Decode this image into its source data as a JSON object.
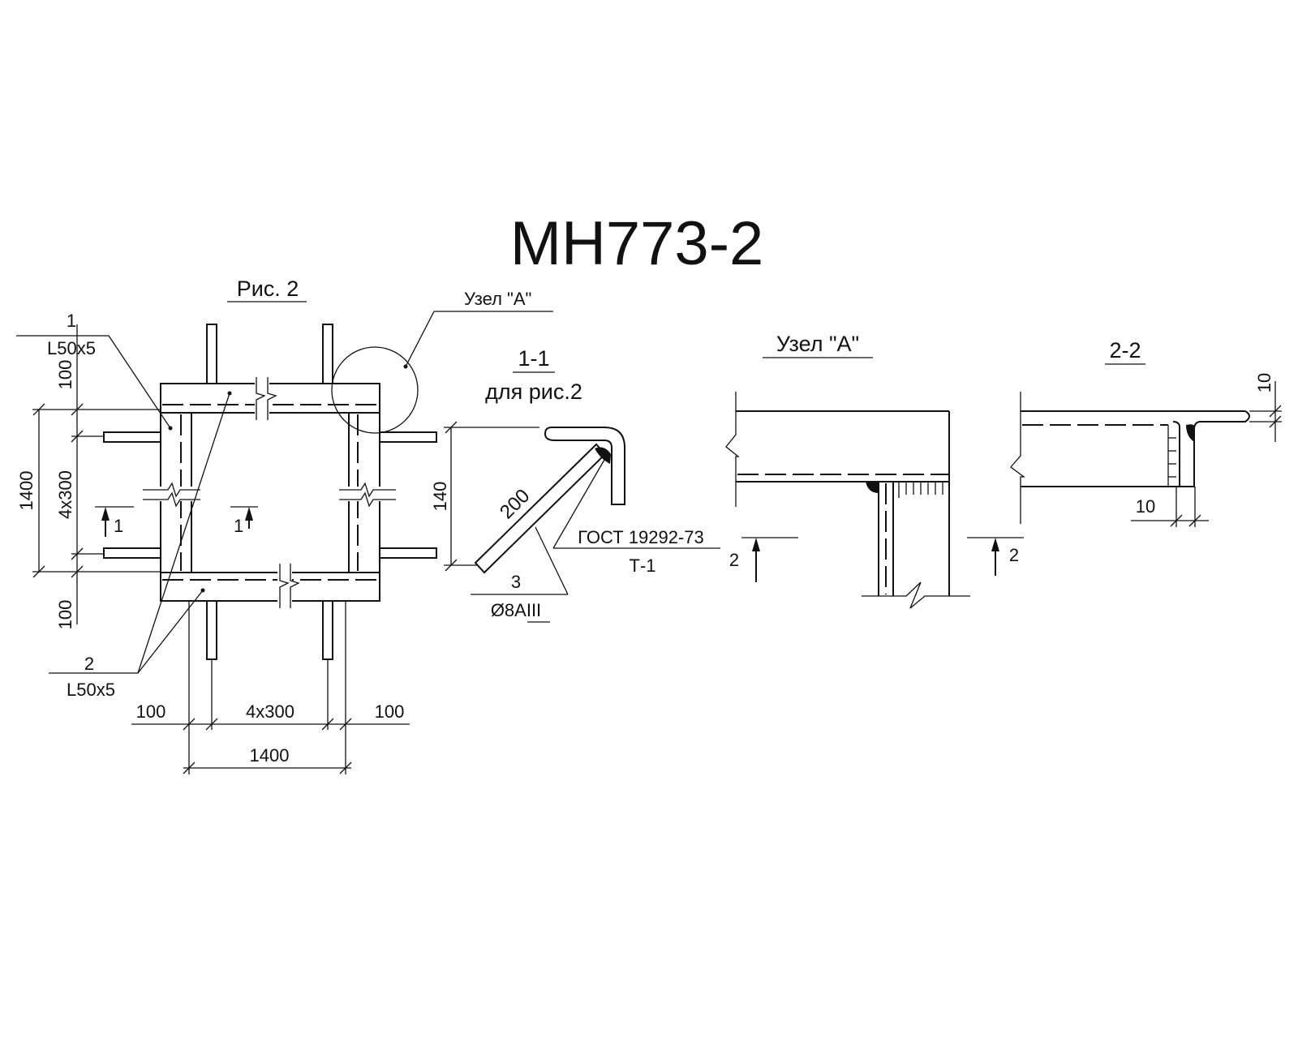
{
  "drawing": {
    "title": "МН773-2",
    "fig_title": "Рис. 2",
    "node_a_callout": "Узел \"А\"",
    "node_a_title": "Узел \"А\"",
    "section_11_title": "1-1",
    "section_11_subtitle": "для рис.2",
    "section_22_title": "2-2",
    "section_mark_1": "1",
    "section_mark_2": "2"
  },
  "parts": {
    "p1_num": "1",
    "p1_profile": "L50x5",
    "p2_num": "2",
    "p2_profile": "L50x5",
    "p3_num": "3",
    "p3_rebar": "Ø8AIII"
  },
  "weld": {
    "standard": "ГОСТ 19292-73",
    "type": "Т-1"
  },
  "dimensions": {
    "d_100": "100",
    "d_4x300": "4x300",
    "d_1400": "1400",
    "d_140": "140",
    "d_200": "200",
    "d_10": "10"
  }
}
